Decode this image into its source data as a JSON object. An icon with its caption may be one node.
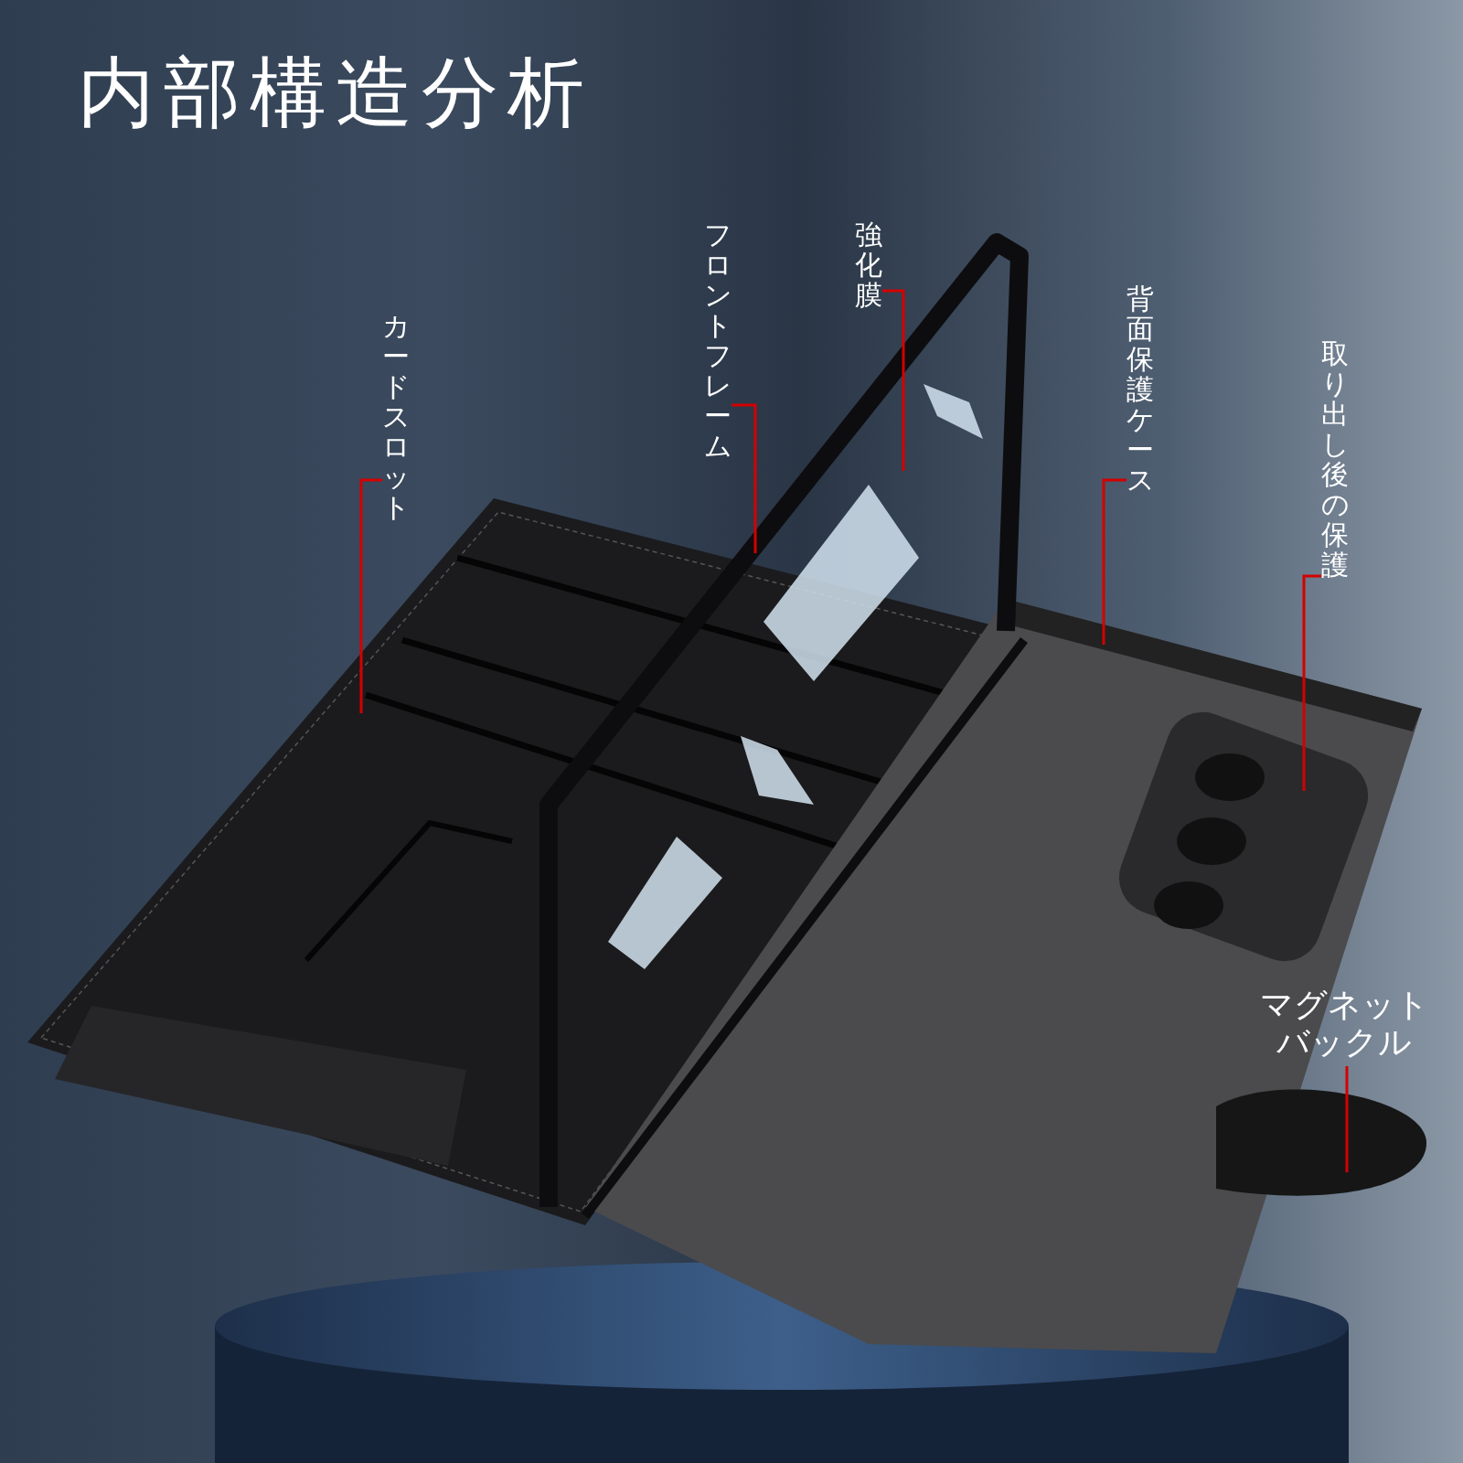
{
  "diagram": {
    "title": "内部構造分析",
    "nodes": [
      {
        "text": [
          "カードスロット"
        ]
      },
      {
        "text": [
          "フロントフレーム"
        ]
      },
      {
        "text": [
          "強化膜"
        ]
      },
      {
        "text": [
          "背面保護ケース"
        ]
      },
      {
        "text": [
          "取り出し後の保護"
        ]
      },
      {
        "text": [
          "マグネットバックル"
        ]
      }
    ],
    "edges": [
      {
        "from": 0,
        "to": null,
        "arrow": "none"
      },
      {
        "from": 1,
        "to": null,
        "arrow": "none"
      },
      {
        "from": 2,
        "to": null,
        "arrow": "none"
      },
      {
        "from": 3,
        "to": null,
        "arrow": "none"
      },
      {
        "from": 4,
        "to": null,
        "arrow": "none"
      },
      {
        "from": 5,
        "to": null,
        "arrow": "none"
      }
    ]
  }
}
